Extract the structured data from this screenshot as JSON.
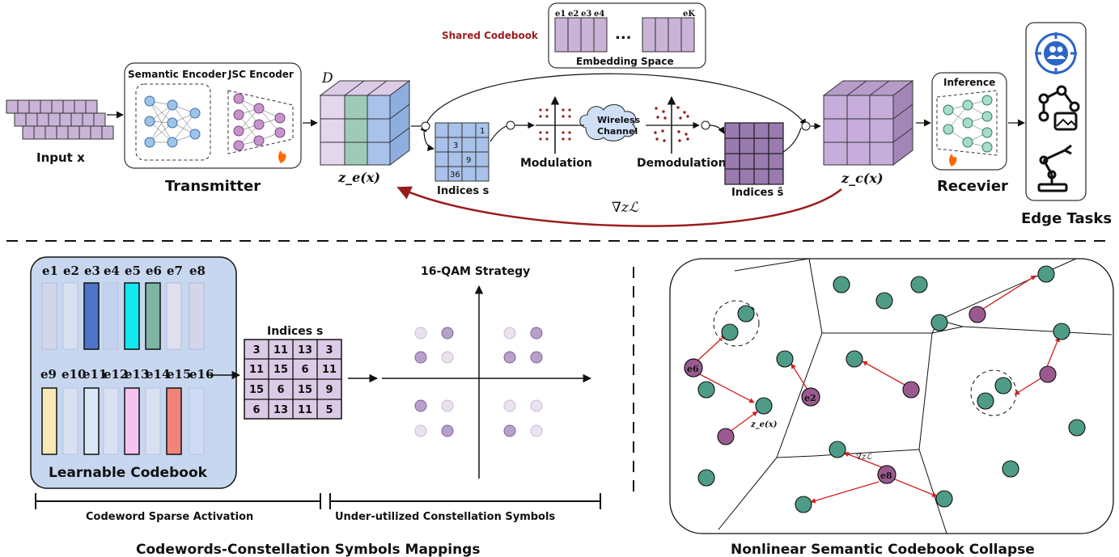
{
  "top": {
    "input_label": "Input x",
    "semantic_encoder": "Semantic Encoder",
    "jsc_encoder": "JSC Encoder",
    "transmitter": "Transmitter",
    "dim_label": "D",
    "ze_label": "z_e(x)",
    "shared_codebook": "Shared Codebook",
    "codebook_entries": [
      "e1",
      "e2",
      "e3",
      "e4",
      "eK"
    ],
    "ellipsis": "...",
    "embedding_space": "Embedding Space",
    "indices_s": "Indices s",
    "grid_values": [
      "1",
      "3",
      "9",
      "36"
    ],
    "modulation": "Modulation",
    "wireless_channel_1": "Wireless",
    "wireless_channel_2": "Channel",
    "demodulation": "Demodulation",
    "indices_shat": "Indices ŝ",
    "zc_label": "z_c(x)",
    "inference": "Inference",
    "receiver": "Recevier",
    "edge_tasks": "Edge Tasks",
    "gradient": "∇zℒ"
  },
  "bottom_left": {
    "codebook_top": [
      "e1",
      "e2",
      "e3",
      "e4",
      "e5",
      "e6",
      "e7",
      "e8"
    ],
    "codebook_bottom": [
      "e9",
      "e10",
      "e11",
      "e12",
      "e13",
      "e14",
      "e15",
      "e16"
    ],
    "codebook_title": "Learnable Codebook",
    "indices_title": "Indices s",
    "indices_grid": [
      [
        "3",
        "11",
        "13",
        "3"
      ],
      [
        "11",
        "15",
        "6",
        "11"
      ],
      [
        "15",
        "6",
        "15",
        "9"
      ],
      [
        "6",
        "13",
        "11",
        "5"
      ]
    ],
    "qam_title": "16-QAM Strategy",
    "sparse_activation": "Codeword Sparse Activation",
    "under_utilized": "Under-utilized Constellation Symbols",
    "caption": "Codewords-Constellation Symbols Mappings"
  },
  "bottom_right": {
    "e6": "e6",
    "e2": "e2",
    "e8": "e8",
    "ze": "z_e(x)",
    "grad": "∇zℒ",
    "caption": "Nonlinear Semantic Codebook Collapse"
  },
  "colors": {
    "purple": "#c9b3d6",
    "purple_dark": "#9a7bb0",
    "green": "#4f9b8a",
    "blue": "#a8c4e6",
    "red": "#9b1c1c",
    "teal_dot": "#4e9c87",
    "magenta_dot": "#9a5a8f"
  }
}
